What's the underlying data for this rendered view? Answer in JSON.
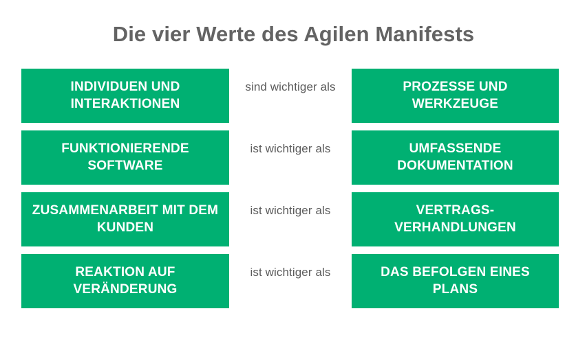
{
  "slide": {
    "title": "Die vier Werte des Agilen Manifests",
    "theme": {
      "box_color": "#00b072",
      "box_text_color": "#ffffff",
      "title_color": "#636363",
      "connector_color": "#5b5b5b",
      "background": "#ffffff"
    },
    "rows": [
      {
        "left": "INDIVIDUEN UND INTERAKTIONEN",
        "connector": "sind wichtiger als",
        "right": "PROZESSE UND WERKZEUGE"
      },
      {
        "left": "FUNKTIONIERENDE SOFTWARE",
        "connector": "ist wichtiger als",
        "right": "UMFASSENDE DOKUMENTATION"
      },
      {
        "left": "ZUSAMMENARBEIT MIT DEM KUNDEN",
        "connector": "ist wichtiger als",
        "right": "VERTRAGS- VERHANDLUNGEN"
      },
      {
        "left": "REAKTION AUF VERÄNDERUNG",
        "connector": "ist wichtiger als",
        "right": "DAS BEFOLGEN EINES PLANS"
      }
    ]
  }
}
